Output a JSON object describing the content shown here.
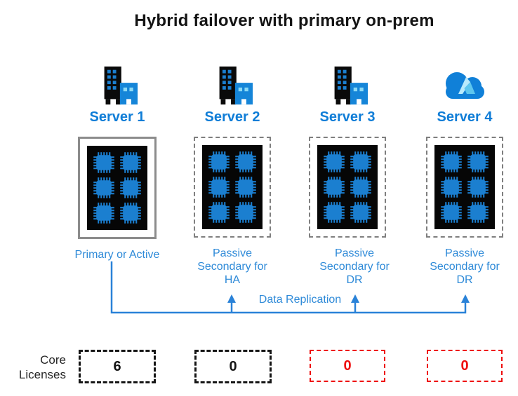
{
  "title": "Hybrid failover with primary on-prem",
  "servers": [
    {
      "name": "Server 1",
      "icon": "office-building-icon",
      "role": "Primary or Active",
      "box_border": "solid",
      "core_licenses": "6",
      "license_color": "black"
    },
    {
      "name": "Server 2",
      "icon": "office-building-icon",
      "role": "Passive Secondary for HA",
      "box_border": "dashed",
      "core_licenses": "0",
      "license_color": "black"
    },
    {
      "name": "Server 3",
      "icon": "office-building-icon",
      "role": "Passive Secondary for DR",
      "box_border": "dashed",
      "core_licenses": "0",
      "license_color": "red"
    },
    {
      "name": "Server 4",
      "icon": "azure-cloud-icon",
      "role": "Passive Secondary for DR",
      "box_border": "dashed",
      "core_licenses": "0",
      "license_color": "red"
    }
  ],
  "cpus_per_server": 6,
  "replication_label": "Data Replication",
  "core_licenses_label": "Core Licenses",
  "colors": {
    "ink": "#141414",
    "server_name_blue": "#0f7dd7",
    "label_blue": "#2e8ad8",
    "arrow_blue": "#2a82d8",
    "chip_blue": "#1b7fd0",
    "building_black": "#0a0a0a",
    "building_blue": "#1585d8",
    "window_light_blue": "#8ad9f5",
    "cloud_blue": "#1080d8",
    "license_red": "#ee0e0e",
    "box_gray": "#8c8c8c"
  }
}
